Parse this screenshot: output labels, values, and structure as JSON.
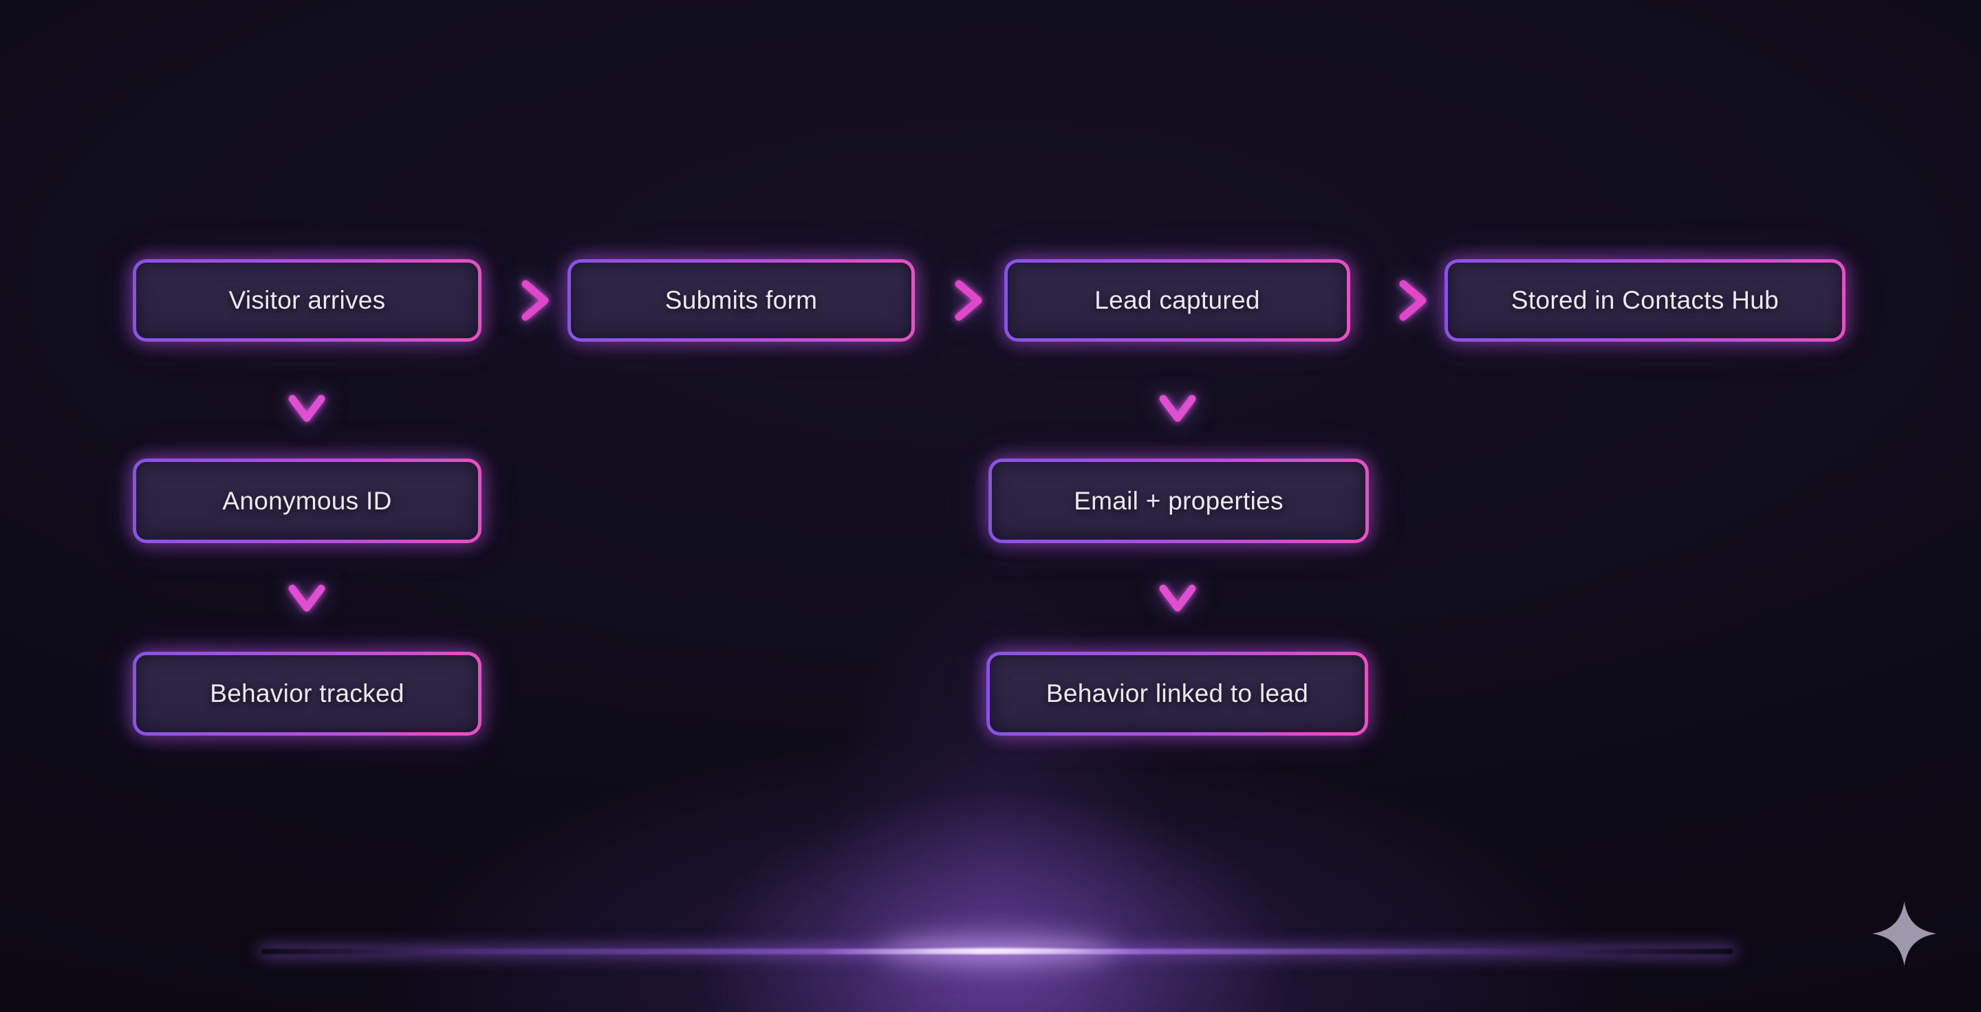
{
  "nodes": {
    "visitor_arrives": {
      "label": "Visitor arrives"
    },
    "submits_form": {
      "label": "Submits form"
    },
    "lead_captured": {
      "label": "Lead captured"
    },
    "stored_in_contacts_hub": {
      "label": "Stored in Contacts Hub"
    },
    "anonymous_id": {
      "label": "Anonymous ID"
    },
    "email_properties": {
      "label": "Email + properties"
    },
    "behavior_tracked": {
      "label": "Behavior tracked"
    },
    "behavior_linked_to_lead": {
      "label": "Behavior linked to lead"
    }
  },
  "edges": [
    {
      "from": "visitor_arrives",
      "to": "submits_form",
      "direction": "right"
    },
    {
      "from": "submits_form",
      "to": "lead_captured",
      "direction": "right"
    },
    {
      "from": "lead_captured",
      "to": "stored_in_contacts_hub",
      "direction": "right"
    },
    {
      "from": "visitor_arrives",
      "to": "anonymous_id",
      "direction": "down"
    },
    {
      "from": "anonymous_id",
      "to": "behavior_tracked",
      "direction": "down"
    },
    {
      "from": "lead_captured",
      "to": "email_properties",
      "direction": "down"
    },
    {
      "from": "email_properties",
      "to": "behavior_linked_to_lead",
      "direction": "down"
    }
  ],
  "icons": {
    "sparkle": "four-pointed-star"
  },
  "colors": {
    "background": "#0d0a16",
    "node_fill": "#2d2542",
    "node_border_start": "#8853e4",
    "node_border_end": "#e94fc2",
    "arrow_start": "#9d7af0",
    "arrow_end": "#e247cb",
    "text": "#ece8f4",
    "bottom_glow": "#8a55d8",
    "glow_line_core": "#fffafe",
    "sparkle": "#9e98ac"
  }
}
